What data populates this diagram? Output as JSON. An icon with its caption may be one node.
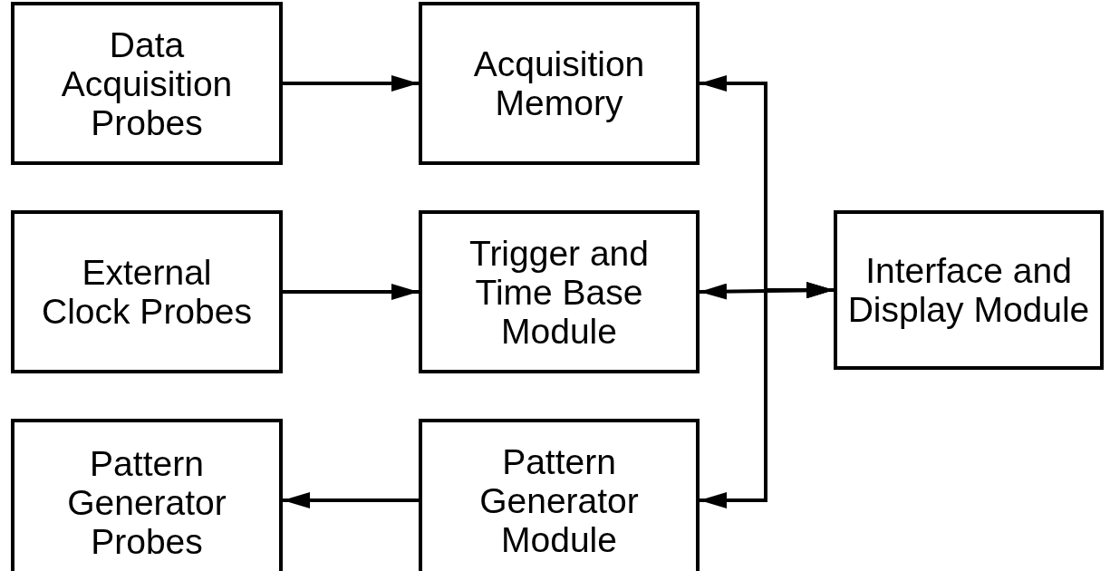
{
  "diagram": {
    "nodes": [
      {
        "text": [
          "Data Acquisition Probes"
        ]
      },
      {
        "text": [
          "Acquisition Memory"
        ]
      },
      {
        "text": [
          "External Clock Probes"
        ]
      },
      {
        "text": [
          "Trigger and Time Base Module"
        ]
      },
      {
        "text": [
          "Interface and Display Module"
        ]
      },
      {
        "text": [
          "Pattern Generator Probes"
        ]
      },
      {
        "text": [
          "Pattern Generator Module"
        ]
      }
    ],
    "edges": [
      {
        "from": 0,
        "to": 1,
        "arrow": "to"
      },
      {
        "from": 2,
        "to": 3,
        "arrow": "to"
      },
      {
        "from": 6,
        "to": 5,
        "arrow": "to"
      },
      {
        "from": 4,
        "to": 1,
        "arrow": "both"
      },
      {
        "from": 4,
        "to": 3,
        "arrow": "both"
      },
      {
        "from": 4,
        "to": 6,
        "arrow": "both"
      }
    ]
  }
}
